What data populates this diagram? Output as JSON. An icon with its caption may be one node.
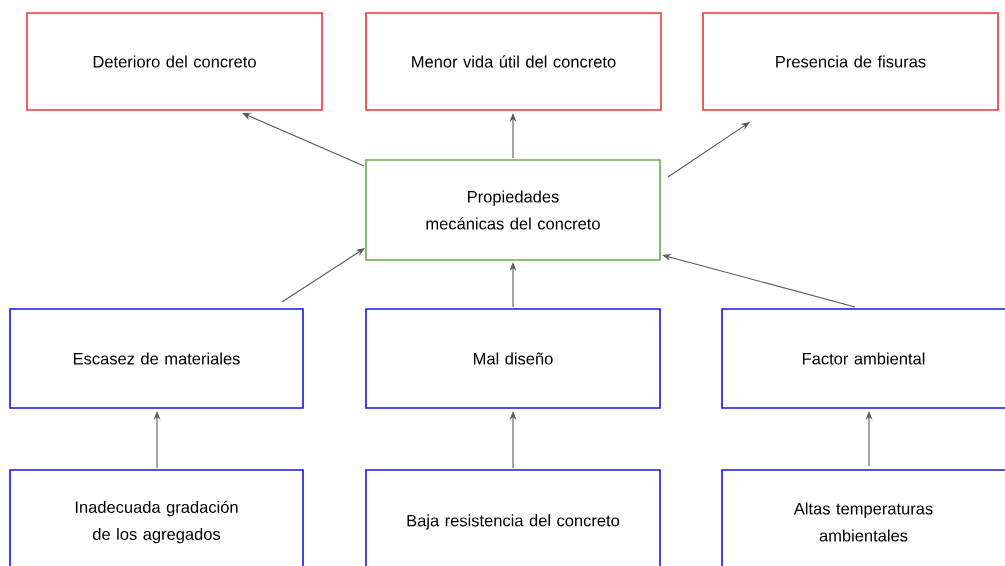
{
  "diagram": {
    "nodes": [
      {
        "text": [
          "Deterioro del concreto"
        ]
      },
      {
        "text": [
          "Menor vida útil del concreto"
        ]
      },
      {
        "text": [
          "Presencia de fisuras"
        ]
      },
      {
        "text": [
          "Propiedades mecánicas del concreto"
        ]
      },
      {
        "text": [
          "Escasez de materiales"
        ]
      },
      {
        "text": [
          "Mal diseño"
        ]
      },
      {
        "text": [
          "Factor ambiental"
        ]
      },
      {
        "text": [
          "Inadecuada gradación de los agregados"
        ]
      },
      {
        "text": [
          "Baja resistencia del concreto"
        ]
      },
      {
        "text": [
          "Altas temperaturas ambientales"
        ]
      }
    ],
    "edges": [
      {
        "from": 3,
        "to": 0,
        "arrow": "to"
      },
      {
        "from": 3,
        "to": 1,
        "arrow": "to"
      },
      {
        "from": 3,
        "to": 2,
        "arrow": "to"
      },
      {
        "from": 4,
        "to": 3,
        "arrow": "to"
      },
      {
        "from": 5,
        "to": 3,
        "arrow": "to"
      },
      {
        "from": 6,
        "to": 3,
        "arrow": "to"
      },
      {
        "from": 7,
        "to": 4,
        "arrow": "to"
      },
      {
        "from": 8,
        "to": 5,
        "arrow": "to"
      },
      {
        "from": 9,
        "to": 6,
        "arrow": "to"
      }
    ]
  }
}
